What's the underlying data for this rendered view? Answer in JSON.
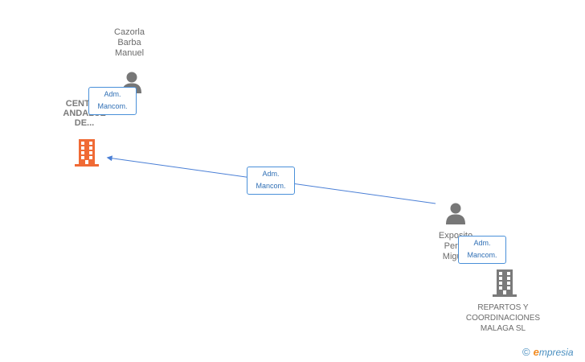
{
  "nodes": {
    "person_cazorla": {
      "name_lines": [
        "Cazorla",
        "Barba",
        "Manuel"
      ],
      "icon": "person-icon"
    },
    "company_centro": {
      "name_lines": [
        "CENTRO",
        "ANDALUZ",
        "DE..."
      ],
      "icon": "building-icon",
      "color": "#f06a35"
    },
    "person_exposito": {
      "name_lines": [
        "Exposito",
        "Perez",
        "Miguel"
      ],
      "icon": "person-icon"
    },
    "company_repartos": {
      "name_lines": [
        "REPARTOS Y",
        "COORDINACIONES",
        "MALAGA SL"
      ],
      "icon": "building-icon",
      "color": "#7a7a7a"
    }
  },
  "relations": [
    {
      "from": "person_cazorla",
      "to": "company_centro",
      "role_lines": [
        "Adm.",
        "Mancom."
      ]
    },
    {
      "from": "person_exposito",
      "to": "company_centro",
      "role_lines": [
        "Adm.",
        "Mancom."
      ]
    },
    {
      "from": "person_exposito",
      "to": "company_repartos",
      "role_lines": [
        "Adm.",
        "Mancom."
      ]
    }
  ],
  "colors": {
    "edge": "#4a7fd6",
    "person": "#777777",
    "badge_border": "#4a90d9",
    "badge_text": "#2f6fb5"
  },
  "footer": {
    "copyright": "©",
    "brand_first": "e",
    "brand_rest": "mpresia"
  }
}
